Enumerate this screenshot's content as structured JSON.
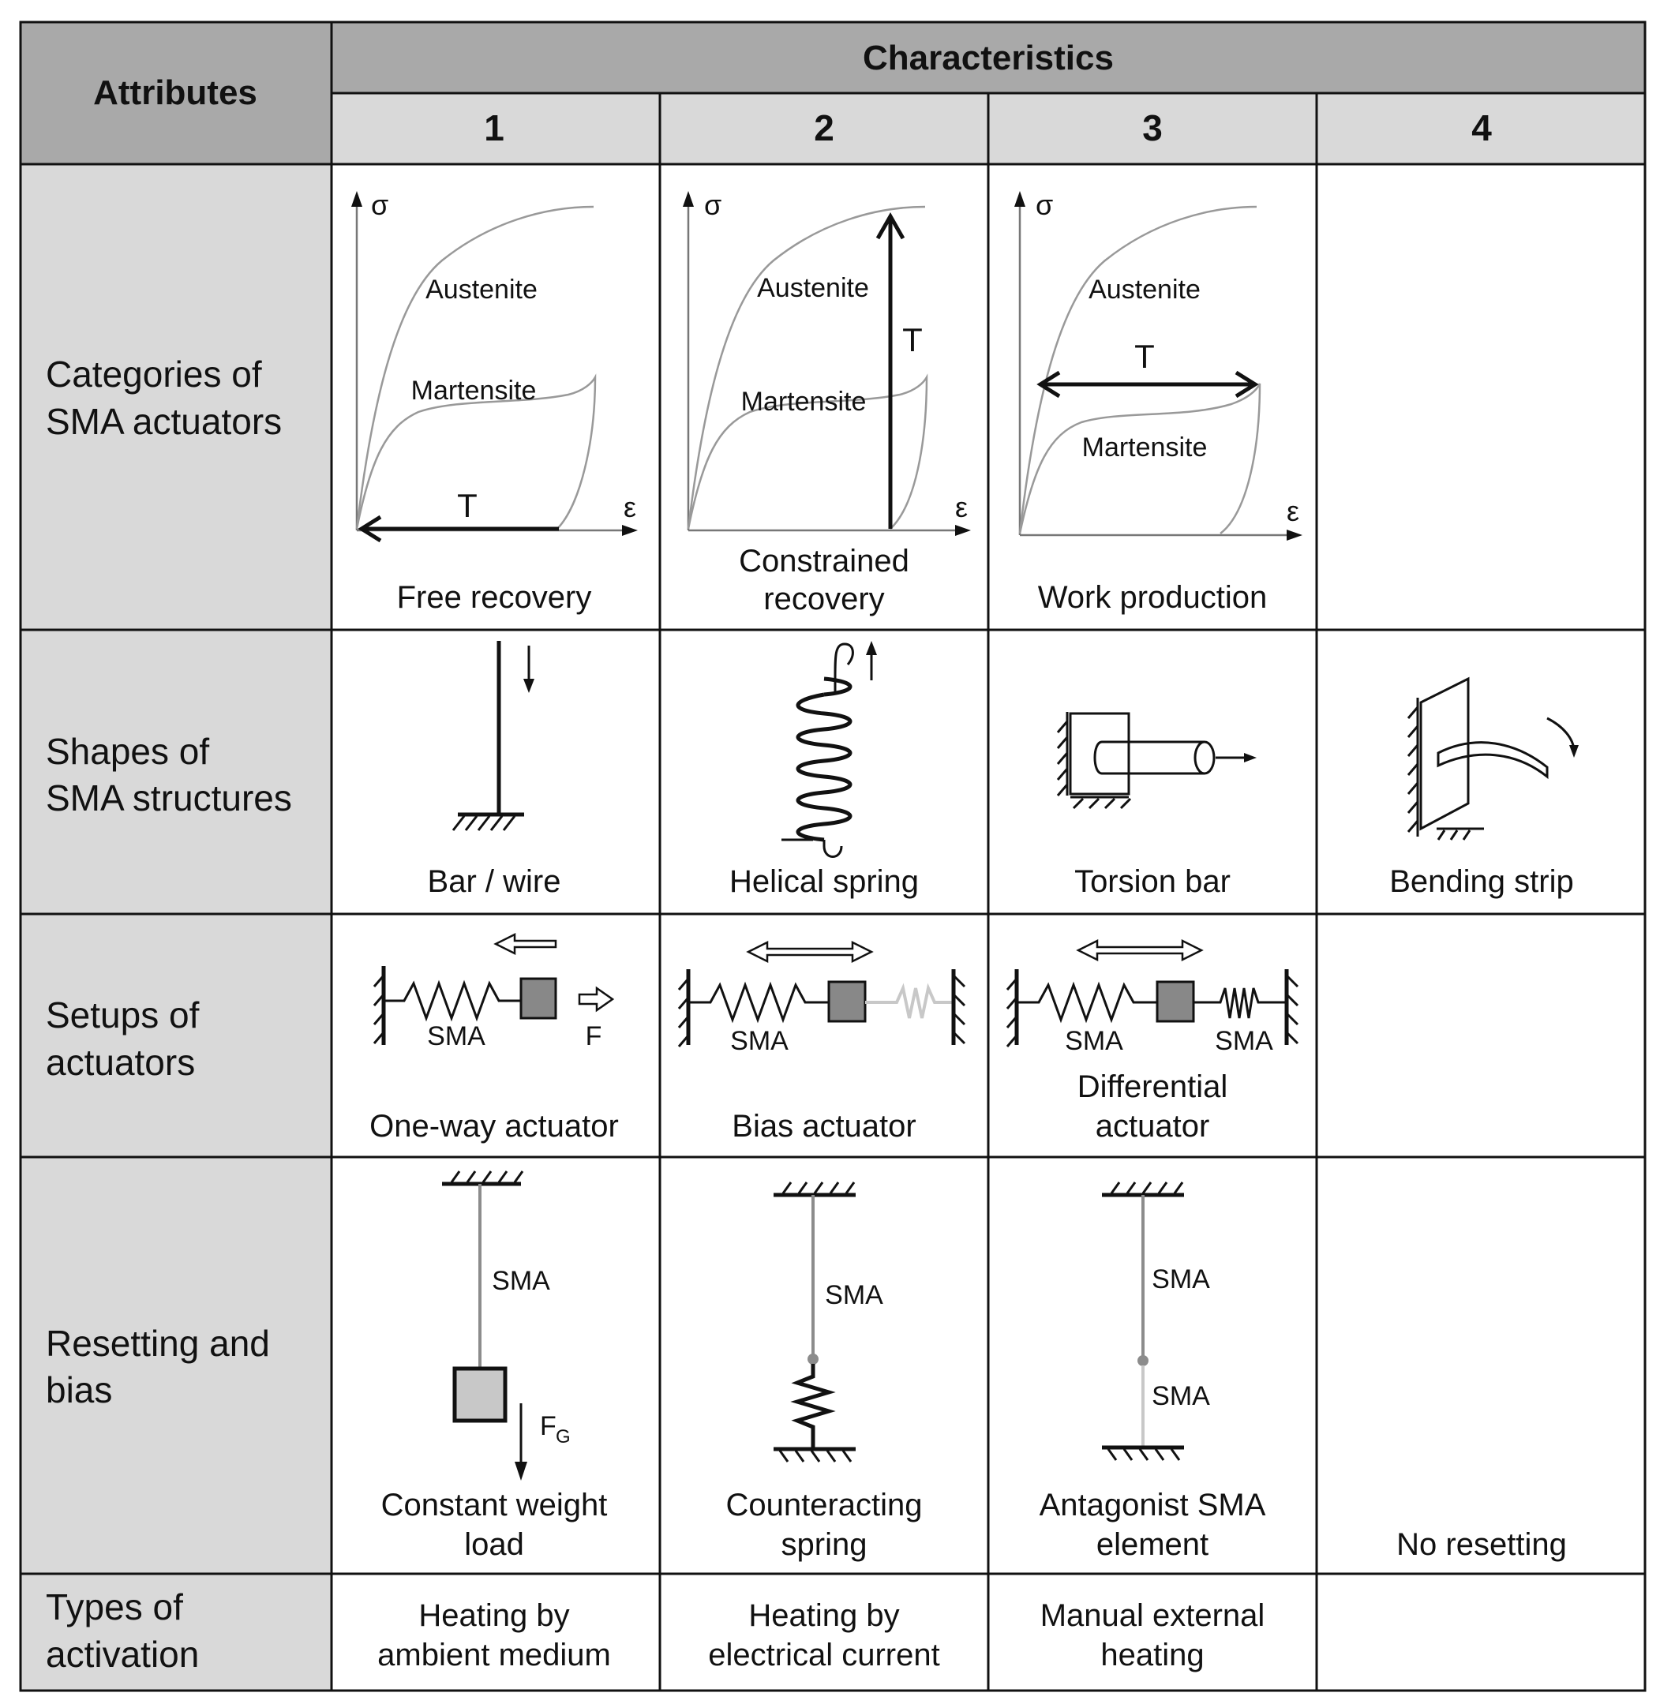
{
  "header": {
    "attributes": "Attributes",
    "characteristics": "Characteristics",
    "columns": [
      "1",
      "2",
      "3",
      "4"
    ]
  },
  "rows": [
    {
      "attribute": [
        "Categories of",
        "SMA actuators"
      ],
      "cells": [
        {
          "caption": [
            "Free recovery"
          ],
          "labels": {
            "sigma": "σ",
            "epsilon": "ε",
            "austenite": "Austenite",
            "martensite": "Martensite",
            "t": "T"
          }
        },
        {
          "caption": [
            "Constrained",
            "recovery"
          ],
          "labels": {
            "sigma": "σ",
            "epsilon": "ε",
            "austenite": "Austenite",
            "martensite": "Martensite",
            "t": "T"
          }
        },
        {
          "caption": [
            "Work production"
          ],
          "labels": {
            "sigma": "σ",
            "epsilon": "ε",
            "austenite": "Austenite",
            "martensite": "Martensite",
            "t": "T"
          }
        },
        {
          "caption": []
        }
      ]
    },
    {
      "attribute": [
        "Shapes of",
        "SMA structures"
      ],
      "cells": [
        {
          "caption": [
            "Bar / wire"
          ]
        },
        {
          "caption": [
            "Helical spring"
          ]
        },
        {
          "caption": [
            "Torsion bar"
          ]
        },
        {
          "caption": [
            "Bending strip"
          ]
        }
      ]
    },
    {
      "attribute": [
        "Setups of",
        "actuators"
      ],
      "cells": [
        {
          "caption": [
            "One-way actuator"
          ],
          "labels": {
            "sma": "SMA",
            "force": "F"
          }
        },
        {
          "caption": [
            "Bias actuator"
          ],
          "labels": {
            "sma": "SMA"
          }
        },
        {
          "caption": [
            "Differential",
            "actuator"
          ],
          "labels": {
            "sma_left": "SMA",
            "sma_right": "SMA"
          }
        },
        {
          "caption": []
        }
      ]
    },
    {
      "attribute": [
        "Resetting and",
        "bias"
      ],
      "cells": [
        {
          "caption": [
            "Constant weight",
            "load"
          ],
          "labels": {
            "sma": "SMA",
            "force": "F",
            "force_sub": "G"
          }
        },
        {
          "caption": [
            "Counteracting",
            "spring"
          ],
          "labels": {
            "sma": "SMA"
          }
        },
        {
          "caption": [
            "Antagonist SMA",
            "element"
          ],
          "labels": {
            "sma_top": "SMA",
            "sma_bottom": "SMA"
          }
        },
        {
          "caption": [
            "No resetting"
          ]
        }
      ]
    },
    {
      "attribute": [
        "Types of",
        "activation"
      ],
      "cells": [
        {
          "caption": [
            "Heating by",
            "ambient medium"
          ]
        },
        {
          "caption": [
            "Heating by",
            "electrical current"
          ]
        },
        {
          "caption": [
            "Manual  external",
            "heating"
          ]
        },
        {
          "caption": []
        }
      ]
    }
  ]
}
